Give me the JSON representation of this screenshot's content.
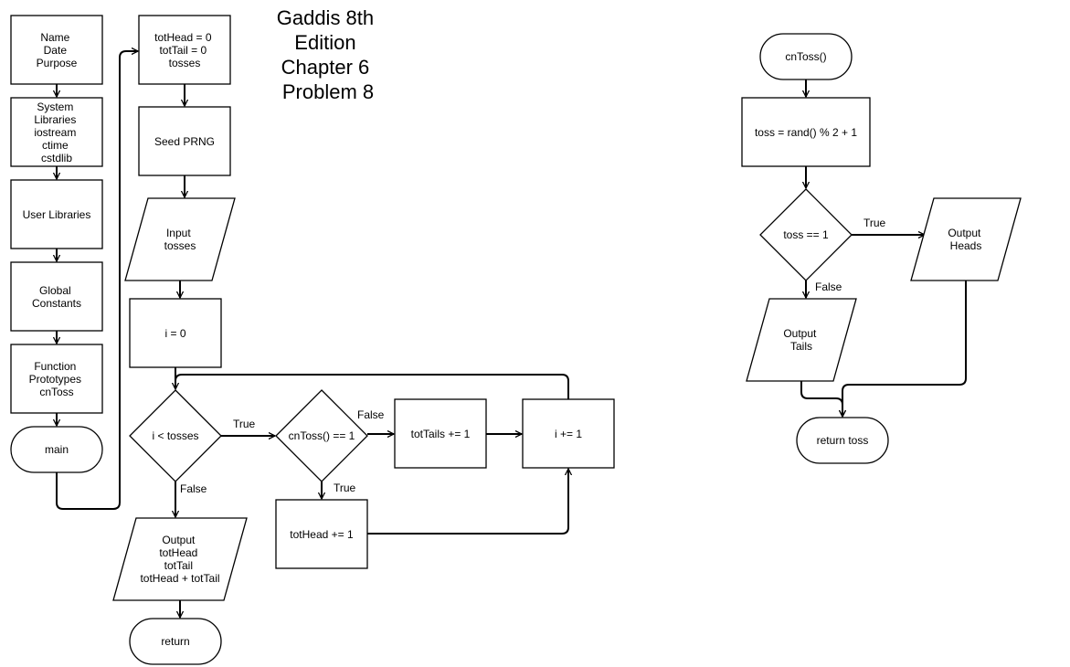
{
  "title": [
    "Gaddis 8th",
    "Edition",
    "Chapter 6",
    "Problem 8"
  ],
  "main_flow": {
    "header": [
      "Name",
      "Date",
      "Purpose"
    ],
    "system_libraries": [
      "System",
      "Libraries",
      "iostream",
      "ctime",
      "cstdlib"
    ],
    "user_libraries": [
      "User Libraries"
    ],
    "global_constants": [
      "Global",
      "Constants"
    ],
    "function_prototypes": [
      "Function",
      "Prototypes",
      "cnToss"
    ],
    "main_terminal": [
      "main"
    ],
    "declare_vars": [
      "totHead = 0",
      "totTail = 0",
      "tosses"
    ],
    "seed": [
      "Seed PRNG"
    ],
    "input": [
      "Input",
      "tosses"
    ],
    "init_i": [
      "i = 0"
    ],
    "loop_decision": [
      "i < tosses"
    ],
    "toss_decision": [
      "cnToss() == 1"
    ],
    "add_tails": [
      "totTails += 1"
    ],
    "increment_i": [
      "i += 1"
    ],
    "add_head": [
      "totHead += 1"
    ],
    "output": [
      "Output",
      "totHead",
      "totTail",
      "totHead + totTail"
    ],
    "return_terminal": [
      "return"
    ],
    "labels": {
      "loop_true": "True",
      "loop_false": "False",
      "toss_false": "False",
      "toss_true": "True"
    }
  },
  "cntoss_flow": {
    "start": [
      "cnToss()"
    ],
    "assign": [
      "toss = rand() % 2 + 1"
    ],
    "decision": [
      "toss == 1"
    ],
    "output_heads": [
      "Output",
      "Heads"
    ],
    "output_tails": [
      "Output",
      "Tails"
    ],
    "return_terminal": [
      "return toss"
    ],
    "labels": {
      "true": "True",
      "false": "False"
    }
  }
}
